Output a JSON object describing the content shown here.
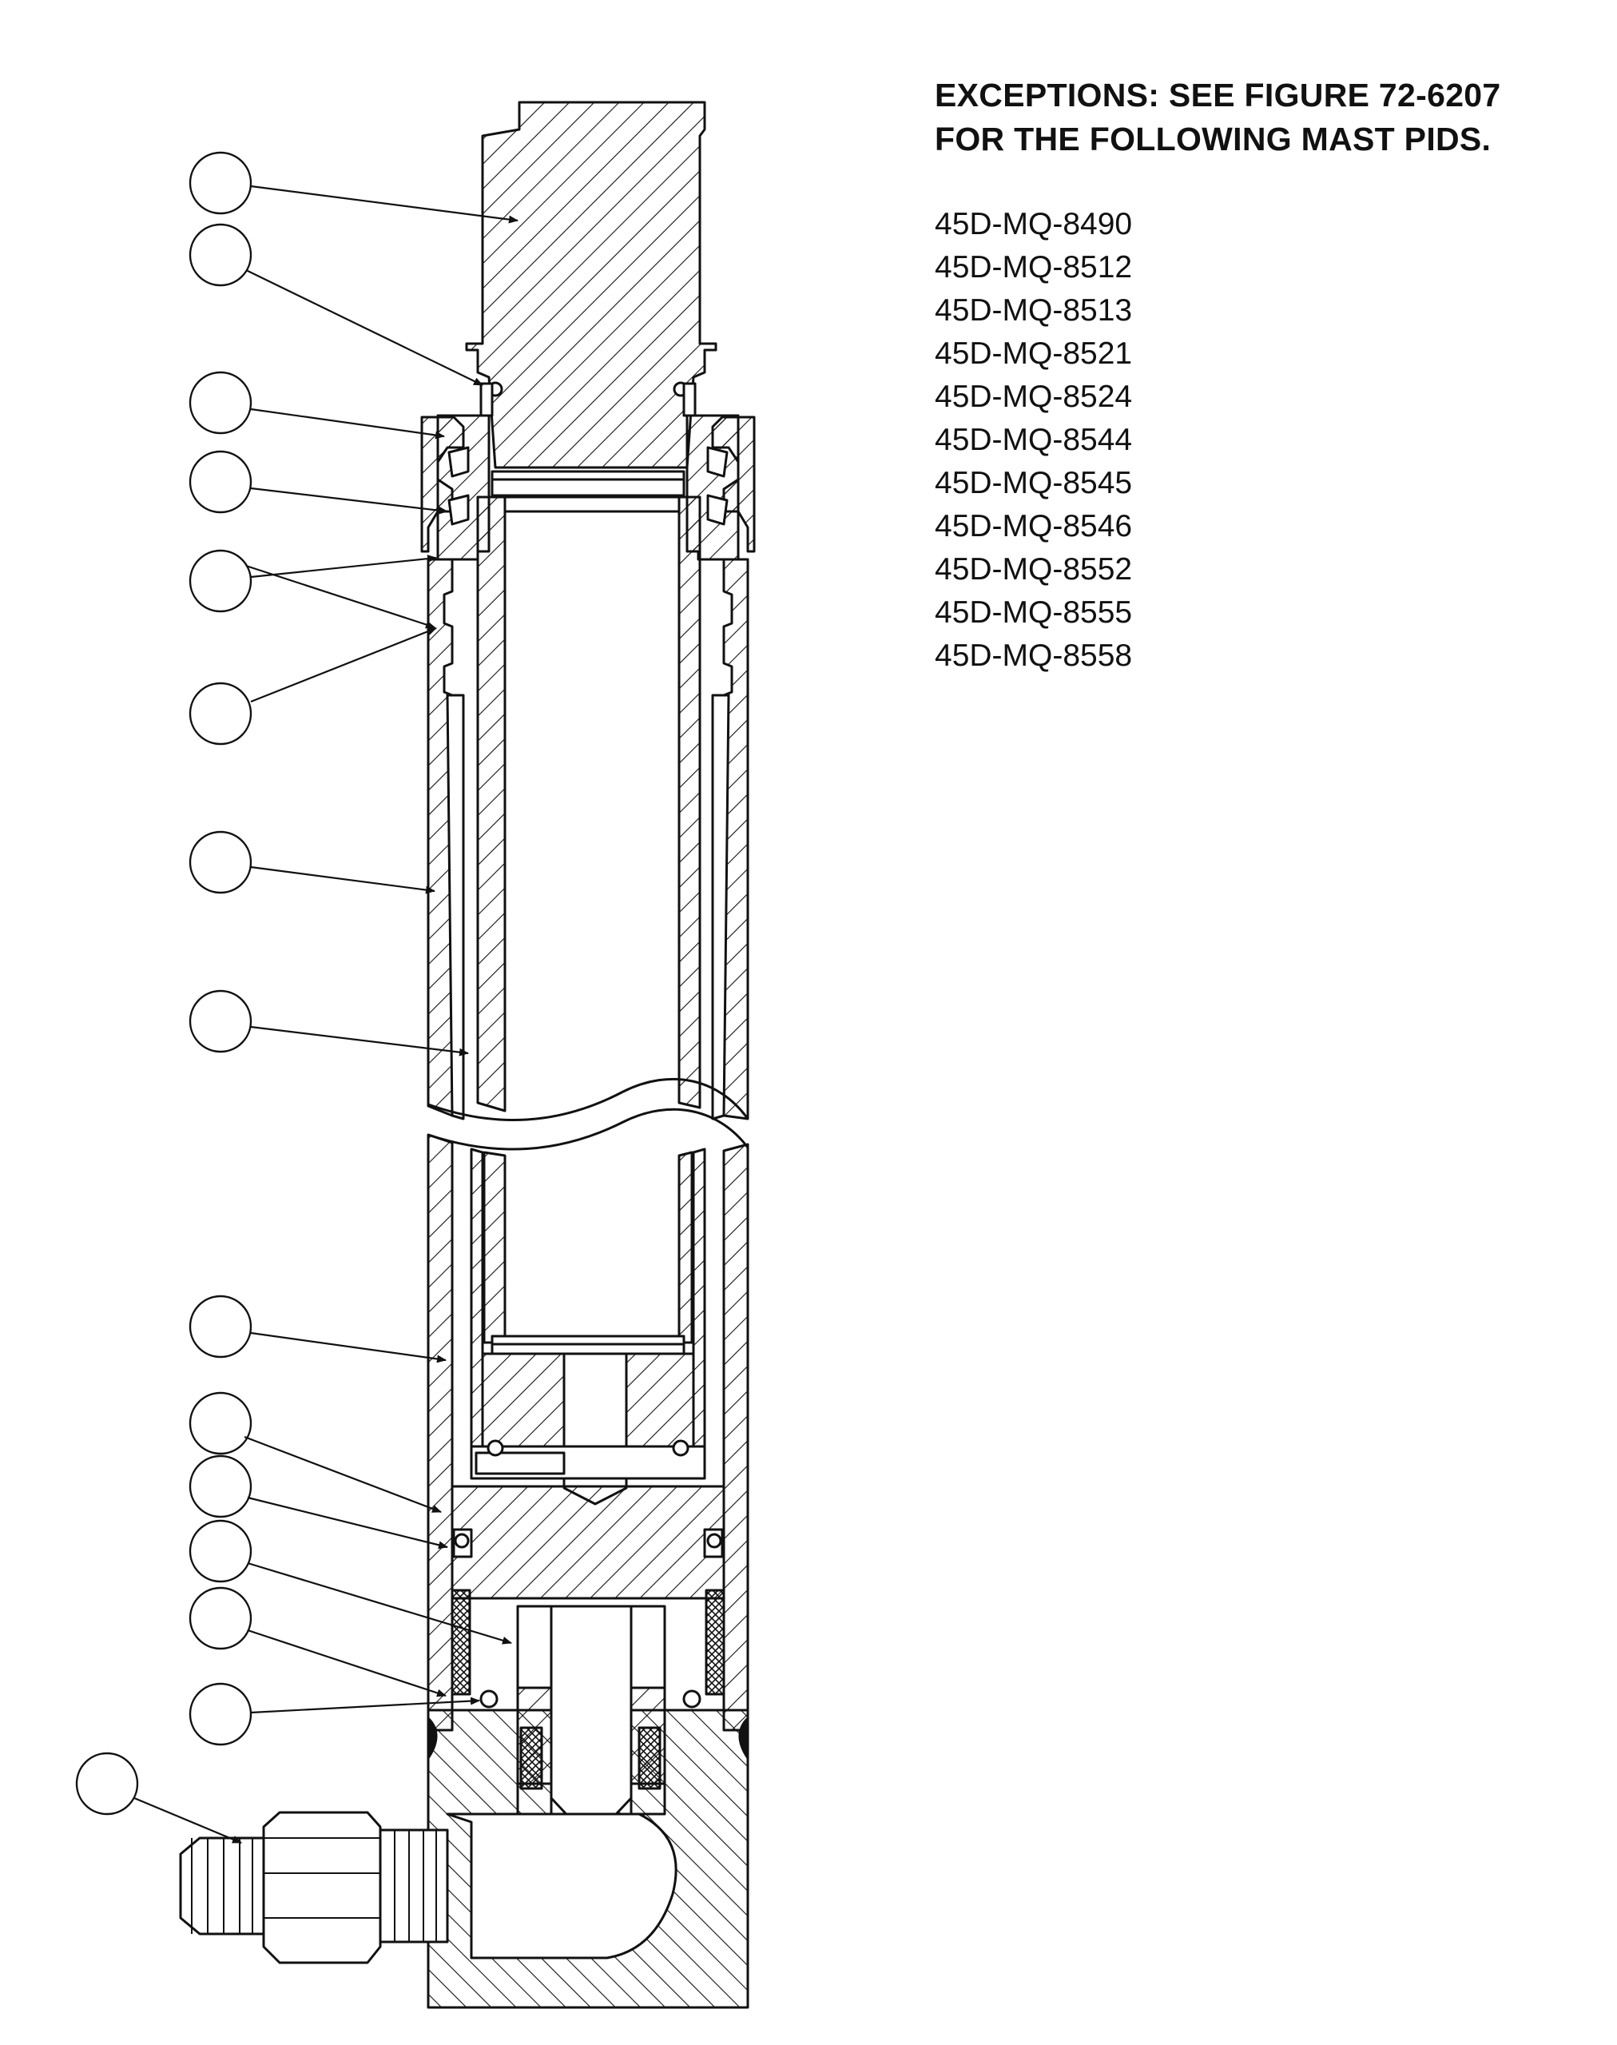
{
  "note": {
    "heading_line1": "EXCEPTIONS: SEE FIGURE 72-6207",
    "heading_line2": "FOR THE FOLLOWING MAST PIDS.",
    "pids": [
      "45D-MQ-8490",
      "45D-MQ-8512",
      "45D-MQ-8513",
      "45D-MQ-8521",
      "45D-MQ-8524",
      "45D-MQ-8544",
      "45D-MQ-8545",
      "45D-MQ-8546",
      "45D-MQ-8552",
      "45D-MQ-8555",
      "45D-MQ-8558"
    ]
  },
  "callout_count": 15,
  "colors": {
    "line": "#111111",
    "paper": "#ffffff"
  }
}
